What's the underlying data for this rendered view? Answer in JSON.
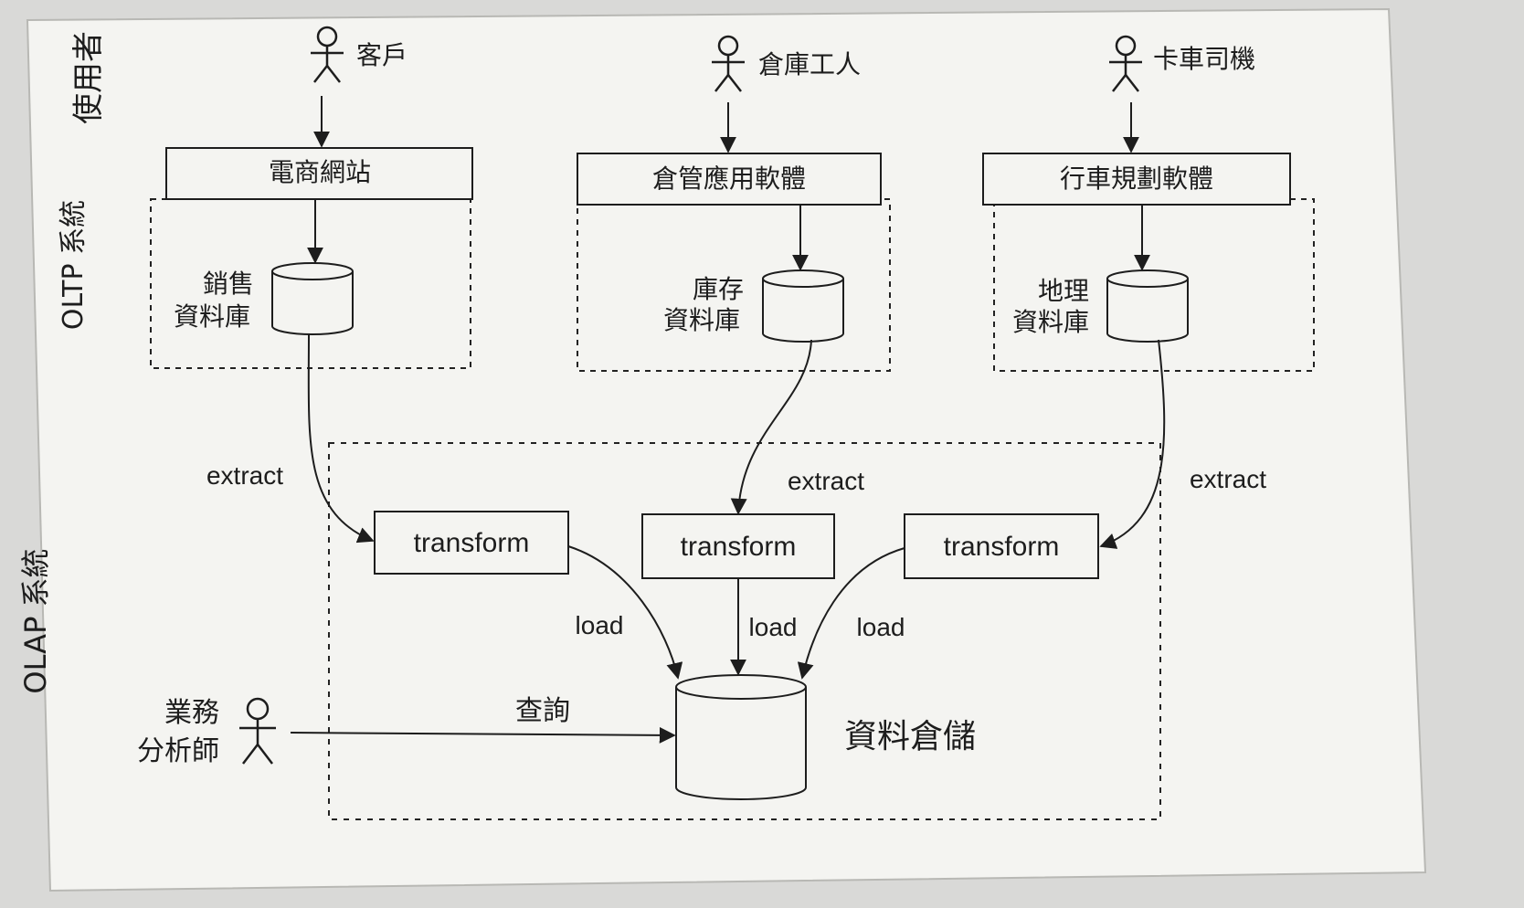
{
  "labels": {
    "users": "使用者",
    "oltp": "OLTP 系統",
    "olap": "OLAP 系統"
  },
  "actors": {
    "customer": "客戶",
    "warehouse_worker": "倉庫工人",
    "truck_driver": "卡車司機",
    "business_analyst_line1": "業務",
    "business_analyst_line2": "分析師"
  },
  "apps": {
    "ecommerce": "電商網站",
    "warehouse_app": "倉管應用軟體",
    "route_planning": "行車規劃軟體"
  },
  "databases": {
    "sales_line1": "銷售",
    "sales_line2": "資料庫",
    "inventory_line1": "庫存",
    "inventory_line2": "資料庫",
    "geo_line1": "地理",
    "geo_line2": "資料庫",
    "warehouse": "資料倉儲"
  },
  "etl": {
    "extract": "extract",
    "transform": "transform",
    "load": "load"
  },
  "query": "查詢"
}
